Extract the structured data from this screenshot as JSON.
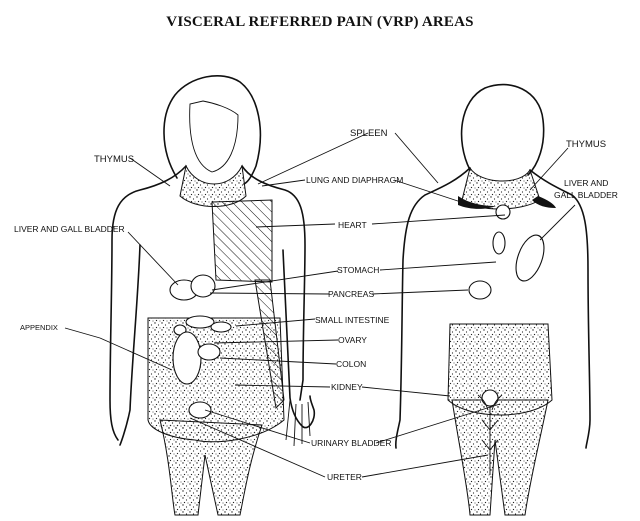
{
  "title": "VISCERAL REFERRED PAIN (VRP) AREAS",
  "labels": {
    "spleen": "SPLEEN",
    "thymus_front": "THYMUS",
    "thymus_back": "THYMUS",
    "lung_diaphragm": "LUNG AND DIAPHRAGM",
    "liver_front": "LIVER AND GALL BLADDER",
    "liver_back_1": "LIVER AND",
    "liver_back_2": "GALL BLADDER",
    "heart": "HEART",
    "stomach": "STOMACH",
    "pancreas": "PANCREAS",
    "appendix": "APPENDIX",
    "small_intestine": "SMALL INTESTINE",
    "ovary": "OVARY",
    "colon": "COLON",
    "kidney": "KIDNEY",
    "urinary_bladder": "URINARY BLADDER",
    "ureter": "URETER"
  }
}
